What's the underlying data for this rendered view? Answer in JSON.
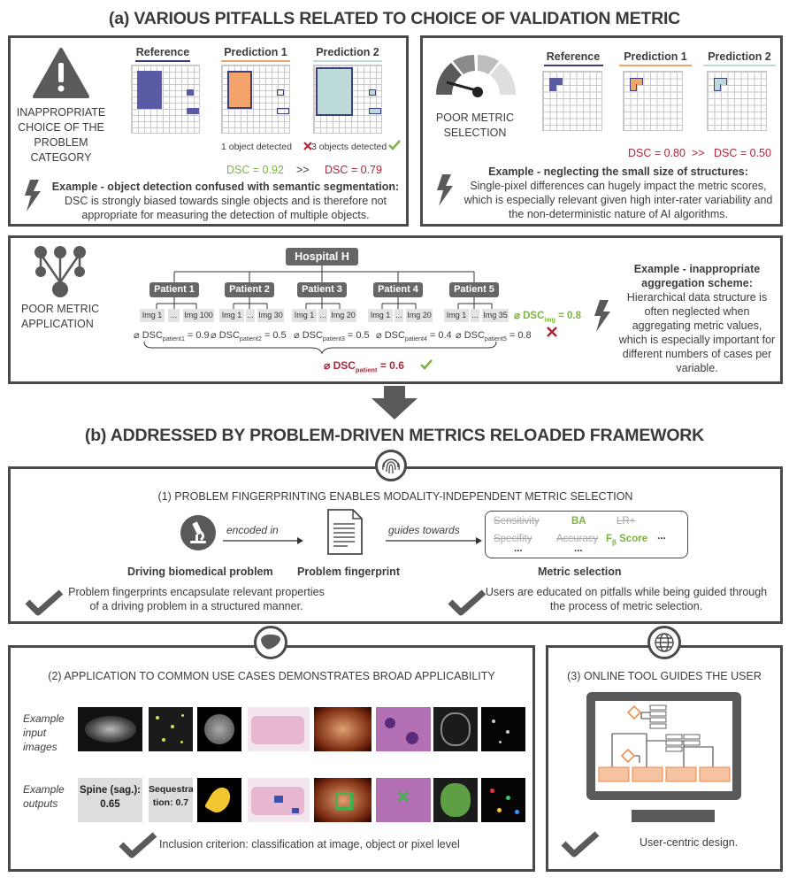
{
  "section_a": {
    "title": "(a) VARIOUS PITFALLS RELATED TO CHOICE OF VALIDATION METRIC",
    "problem_category": {
      "side_label": "INAPPROPRIATE CHOICE OF THE PROBLEM CATEGORY",
      "panels": [
        "Reference",
        "Prediction 1",
        "Prediction 2"
      ],
      "detect1": "1 object detected",
      "detect2": "3 objects detected",
      "dsc_good": "DSC = 0.92",
      "dsc_sep": ">>",
      "dsc_bad": "DSC = 0.79",
      "example_title": "Example - object detection confused with semantic segmentation:",
      "example_body": "DSC is strongly biased towards single objects and is therefore not appropriate for measuring the detection of multiple objects."
    },
    "metric_selection": {
      "side_label": "POOR METRIC SELECTION",
      "panels": [
        "Reference",
        "Prediction 1",
        "Prediction 2"
      ],
      "dsc1": "DSC = 0.80",
      "dsc_sep": ">>",
      "dsc2": "DSC = 0.50",
      "example_title": "Example - neglecting the small size of structures:",
      "example_body": "Single-pixel differences can hugely impact the metric scores, which is especially relevant given high inter-rater variability and the non-deterministic nature of AI algorithms."
    },
    "metric_application": {
      "side_label": "POOR METRIC APPLICATION",
      "hospital": "Hospital H",
      "patients": [
        "Patient 1",
        "Patient 2",
        "Patient 3",
        "Patient 4",
        "Patient 5"
      ],
      "img_first": "Img 1",
      "img_dots": "...",
      "img_last": [
        "Img 100",
        "Img 30",
        "Img 20",
        "Img 20",
        "Img 35"
      ],
      "dsc_prefix": "DSC",
      "patient_subs": [
        "patient1",
        "patient2",
        "patient3",
        "patient4",
        "patient5"
      ],
      "patient_vals": [
        "= 0.9",
        "= 0.5",
        "= 0.5",
        "= 0.4",
        "= 0.8"
      ],
      "img_sub": "img",
      "img_val": "= 0.8",
      "patient_sub": "patient",
      "patient_val": "= 0.6",
      "example_title": "Example - inappropriate aggregation scheme:",
      "example_body": "Hierarchical data structure is often neglected when aggregating metric values, which is especially important for different numbers of cases per variable."
    }
  },
  "section_b": {
    "title": "(b) ADDRESSED BY PROBLEM-DRIVEN METRICS RELOADED FRAMEWORK",
    "fingerprinting": {
      "title": "(1) PROBLEM FINGERPRINTING ENABLES MODALITY-INDEPENDENT METRIC SELECTION",
      "arrow1": "encoded in",
      "arrow2": "guides towards",
      "label_problem": "Driving biomedical problem",
      "label_fingerprint": "Problem fingerprint",
      "label_metric": "Metric selection",
      "metrics_struck": [
        "Sensitivity",
        "LR+",
        "Specifity",
        "Accuracy"
      ],
      "metric_ba": "BA",
      "metric_f": "F",
      "metric_f_sub": "β",
      "metric_score": "Score",
      "dots": "...",
      "left_note": "Problem fingerprints encapsulate relevant properties of a driving problem in a structured manner.",
      "right_note": "Users are educated on pitfalls while being guided through the process of metric selection."
    },
    "application": {
      "title": "(2) APPLICATION TO COMMON USE CASES DEMONSTRATES BROAD APPLICABILITY",
      "row1": "Example input images",
      "row2": "Example outputs",
      "out1": "Spine (sag.): 0.65",
      "out2": "Sequestra- tion: 0.7",
      "note": "Inclusion criterion: classification at image, object or pixel level"
    },
    "online_tool": {
      "title": "(3) ONLINE TOOL GUIDES THE USER",
      "note": "User-centric design."
    }
  },
  "colors": {
    "border": "#4a4a4a",
    "green": "#7cb342",
    "red": "#b0253a",
    "orange": "#f3a46a",
    "navy": "#3c3f7c",
    "purple": "#5b5ba5",
    "teal": "#bcdad8"
  }
}
